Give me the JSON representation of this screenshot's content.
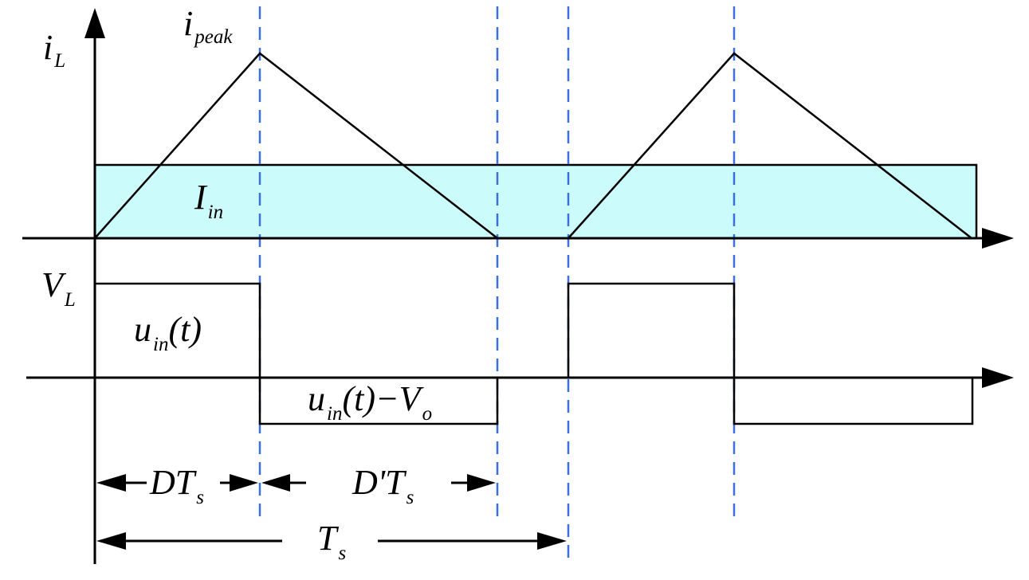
{
  "labels": {
    "iL_main": "i",
    "iL_sub": "L",
    "ipeak_main": "i",
    "ipeak_sub": "peak",
    "Iin_main": "I",
    "Iin_sub": "in",
    "VL_main": "V",
    "VL_sub": "L",
    "uin_main": "u",
    "uin_sub": "in",
    "uin_rest": "(t)",
    "uinVo_main": "u",
    "uinVo_sub": "in",
    "uinVo_mid": "(t)−V",
    "uinVo_sub2": "o",
    "DTs_main": "DT",
    "DTs_sub": "s",
    "DpTs_main": "D'T",
    "DpTs_sub": "s",
    "Ts_main": "T",
    "Ts_sub": "s"
  },
  "colors": {
    "guide_lines": "#3a6fe0",
    "input_current_band": "#ccfbfb",
    "waveform": "#000000"
  }
}
